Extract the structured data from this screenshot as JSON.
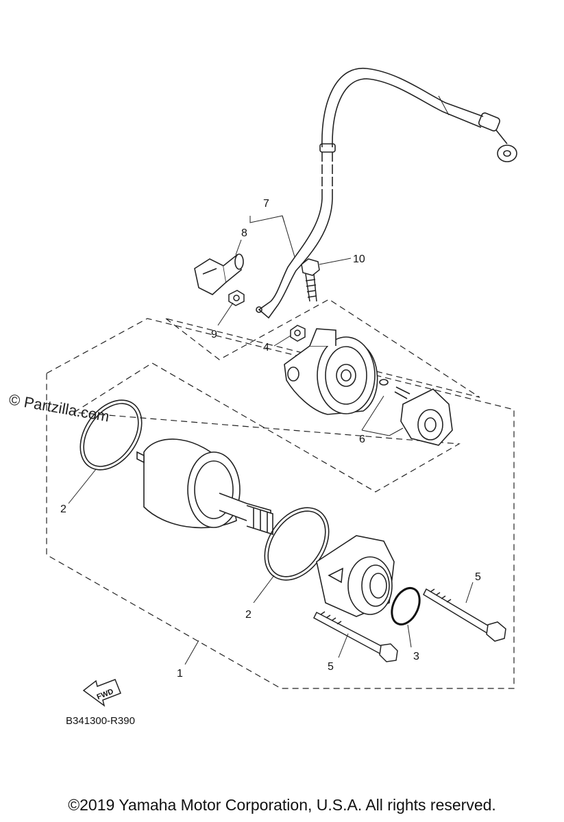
{
  "watermark": "© Partzilla.com",
  "diagram_code": "B341300-R390",
  "fwd_label": "FWD",
  "copyright": "©2019 Yamaha Motor Corporation, U.S.A. All rights reserved.",
  "callouts": {
    "c1": "1",
    "c2a": "2",
    "c2b": "2",
    "c3": "3",
    "c4": "4",
    "c5a": "5",
    "c5b": "5",
    "c6": "6",
    "c7": "7",
    "c8": "8",
    "c9": "9",
    "c10": "10"
  }
}
